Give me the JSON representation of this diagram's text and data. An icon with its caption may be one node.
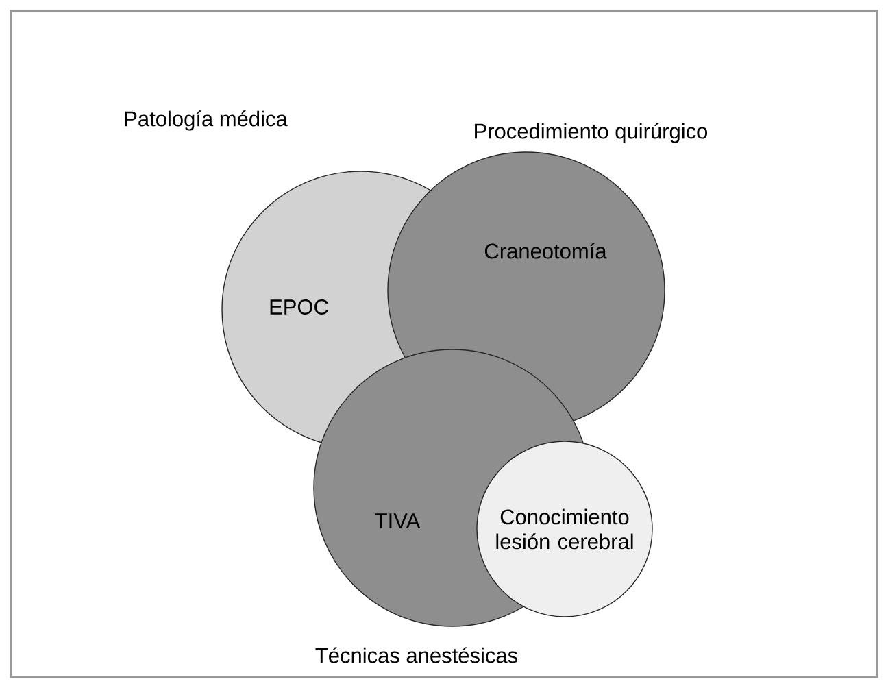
{
  "diagram": {
    "nodes": [
      {
        "text": [
          "EPOC"
        ],
        "beside": [
          "Patología médica"
        ]
      },
      {
        "text": [
          "Craneotomía"
        ],
        "beside": [
          "Procedimiento quirúrgico"
        ]
      },
      {
        "text": [
          "TIVA"
        ],
        "beside": [
          "Técnicas anestésicas"
        ]
      },
      {
        "text": [
          "Conocimiento lesión cerebral"
        ]
      }
    ]
  }
}
